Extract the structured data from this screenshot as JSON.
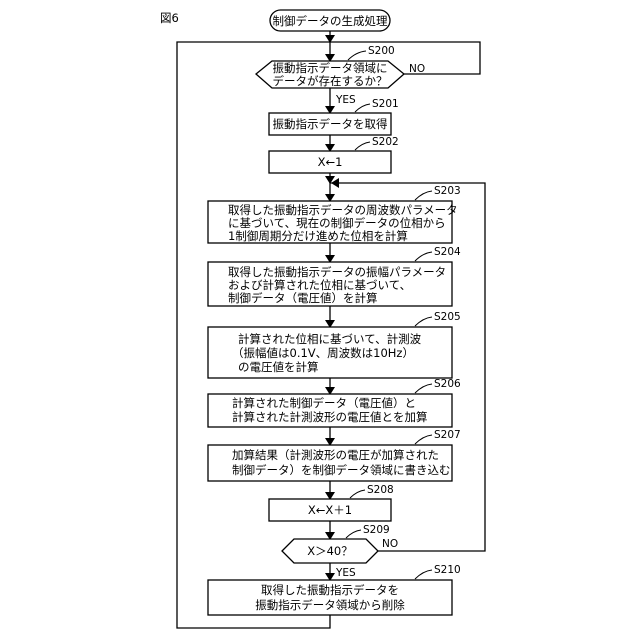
{
  "figure_label": "図6",
  "nodes": {
    "start": {
      "text": "制御データの生成処理"
    },
    "s200": {
      "label": "S200",
      "lines": [
        "振動指示データ領域に",
        "データが存在するか？"
      ]
    },
    "s201": {
      "label": "S201",
      "lines": [
        "振動指示データを取得"
      ]
    },
    "s202": {
      "label": "S202",
      "lines": [
        "X←1"
      ]
    },
    "s203": {
      "label": "S203",
      "lines": [
        "取得した振動指示データの周波数パラメータ",
        "に基づいて、現在の制御データの位相から",
        "1制御周期分だけ進めた位相を計算"
      ]
    },
    "s204": {
      "label": "S204",
      "lines": [
        "取得した振動指示データの振幅パラメータ",
        "および計算された位相に基づいて、",
        "制御データ（電圧値）を計算"
      ]
    },
    "s205": {
      "label": "S205",
      "lines": [
        "計算された位相に基づいて、計測波",
        "（振幅値は0.1V、周波数は10Hz）",
        "の電圧値を計算"
      ]
    },
    "s206": {
      "label": "S206",
      "lines": [
        "計算された制御データ（電圧値）と",
        "計算された計測波形の電圧値とを加算"
      ]
    },
    "s207": {
      "label": "S207",
      "lines": [
        "加算結果（計測波形の電圧が加算された",
        "制御データ）を制御データ領域に書き込む"
      ]
    },
    "s208": {
      "label": "S208",
      "lines": [
        "X←X＋1"
      ]
    },
    "s209": {
      "label": "S209",
      "lines": [
        "X＞40？"
      ]
    },
    "s210": {
      "label": "S210",
      "lines": [
        "取得した振動指示データを",
        "振動指示データ領域から削除"
      ]
    }
  },
  "edges": {
    "s200_yes": "YES",
    "s200_no": "NO",
    "s209_yes": "YES",
    "s209_no": "NO"
  }
}
